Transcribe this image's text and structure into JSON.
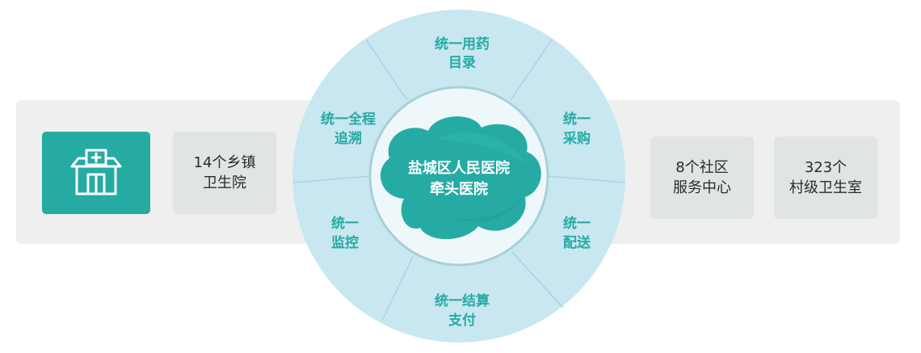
{
  "left": {
    "icon": "hospital-building-icon",
    "card_towns": {
      "line1": "14个乡镇",
      "line2": "卫生院"
    }
  },
  "right": {
    "card_community": {
      "line1": "8个社区",
      "line2": "服务中心"
    },
    "card_village": {
      "line1": "323个",
      "line2": "村级卫生室"
    }
  },
  "hub": {
    "line1": "盐城区人民医院",
    "line2": "牵头医院"
  },
  "segments": {
    "top": {
      "line1": "统一用药",
      "line2": "目录"
    },
    "upper_right": {
      "line1": "统一",
      "line2": "采购"
    },
    "lower_right": {
      "line1": "统一",
      "line2": "配送"
    },
    "bottom": {
      "line1": "统一结算",
      "line2": "支付"
    },
    "lower_left": {
      "line1": "统一",
      "line2": "监控"
    },
    "upper_left": {
      "line1": "统一全程",
      "line2": "追溯"
    }
  },
  "colors": {
    "teal": "#25aba3",
    "wheel_light": "#c8e7f0",
    "band_gray": "#efefef",
    "card_gray": "#e1e4e4",
    "segment_text": "#26aaa4"
  }
}
